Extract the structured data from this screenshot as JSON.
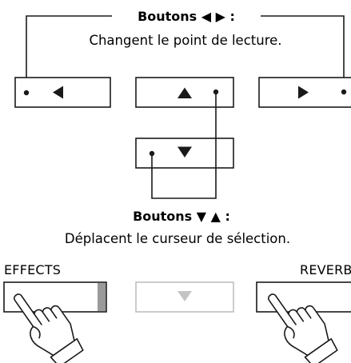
{
  "lr_buttons": {
    "title": "Boutons ◀ ▶ :",
    "description": "Changent le point de lecture.",
    "left_icon": "left-triangle-icon",
    "right_icon": "right-triangle-icon"
  },
  "ud_buttons": {
    "title": "Boutons ▼ ▲ :",
    "description": "Déplacent le curseur de sélection.",
    "up_icon": "up-triangle-icon",
    "down_icon": "down-triangle-icon"
  },
  "effects_button": {
    "label": "EFFECTS",
    "icon": "pressing-hand-icon"
  },
  "reverb_button": {
    "label": "REVERB",
    "icon": "pressing-hand-icon"
  },
  "colors": {
    "stroke": "#1a1a1a",
    "led_gray": "#9a9a9a",
    "disabled_border": "#bfbfbf",
    "disabled_triangle": "#c4c4c4"
  }
}
